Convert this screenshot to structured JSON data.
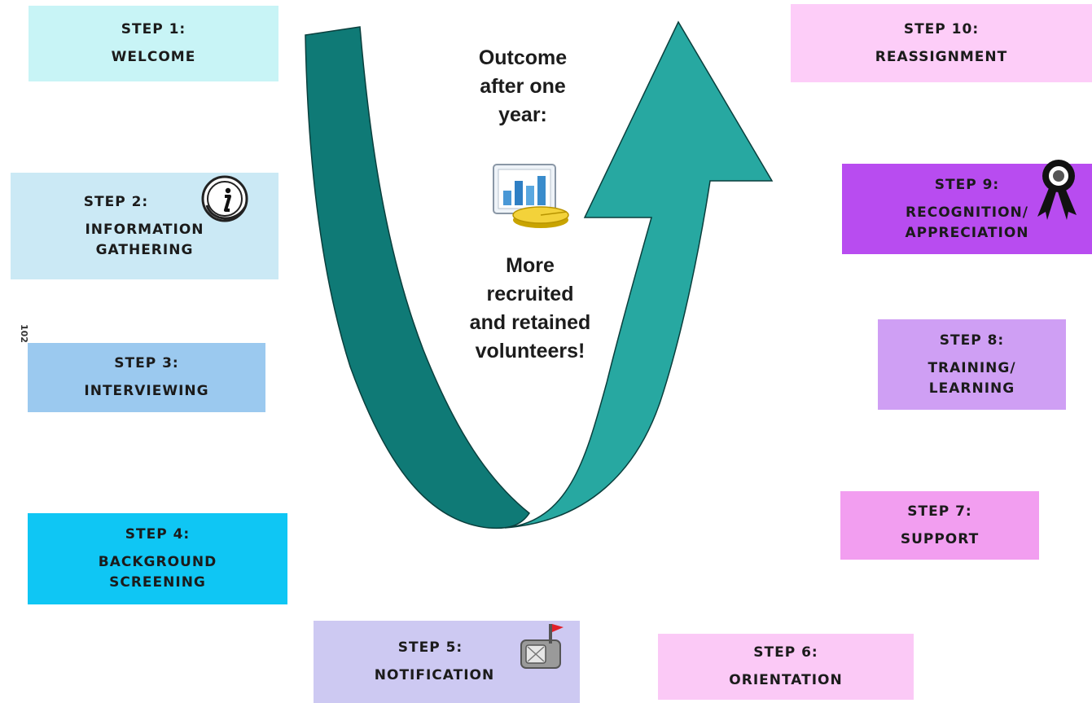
{
  "steps": {
    "s1": {
      "title": "STEP 1:",
      "lines": [
        "WELCOME"
      ],
      "color": "#c8f4f6"
    },
    "s2": {
      "title": "STEP 2:",
      "lines": [
        "INFORMATION",
        "GATHERING"
      ],
      "color": "#cbe9f5"
    },
    "s3": {
      "title": "STEP 3:",
      "lines": [
        "INTERVIEWING"
      ],
      "color": "#9bc9ef"
    },
    "s4": {
      "title": "STEP 4:",
      "lines": [
        "BACKGROUND",
        "SCREENING"
      ],
      "color": "#0fc6f4"
    },
    "s5": {
      "title": "STEP 5:",
      "lines": [
        "NOTIFICATION"
      ],
      "color": "#cdc9f2"
    },
    "s6": {
      "title": "STEP 6:",
      "lines": [
        "ORIENTATION"
      ],
      "color": "#fbc9f6"
    },
    "s7": {
      "title": "STEP 7:",
      "lines": [
        "SUPPORT"
      ],
      "color": "#f29ef0"
    },
    "s8": {
      "title": "STEP 8:",
      "lines": [
        "TRAINING/",
        "LEARNING"
      ],
      "color": "#cf9ff4"
    },
    "s9": {
      "title": "STEP 9:",
      "lines": [
        "RECOGNITION/",
        "APPRECIATION"
      ],
      "color": "#b84cf0"
    },
    "s10": {
      "title": "STEP 10:",
      "lines": [
        "REASSIGNMENT"
      ],
      "color": "#fdcdf8"
    }
  },
  "center": {
    "top": [
      "Outcome",
      "after one",
      "year:"
    ],
    "bottom": [
      "More",
      "recruited",
      "and retained",
      "volunteers!"
    ]
  },
  "side_note": "102",
  "icons": [
    "info-icon",
    "chart-icon",
    "award-ribbon-icon",
    "mailbox-icon"
  ],
  "arrow_colors": {
    "dark": "#0f7a76",
    "light": "#27a8a1"
  }
}
